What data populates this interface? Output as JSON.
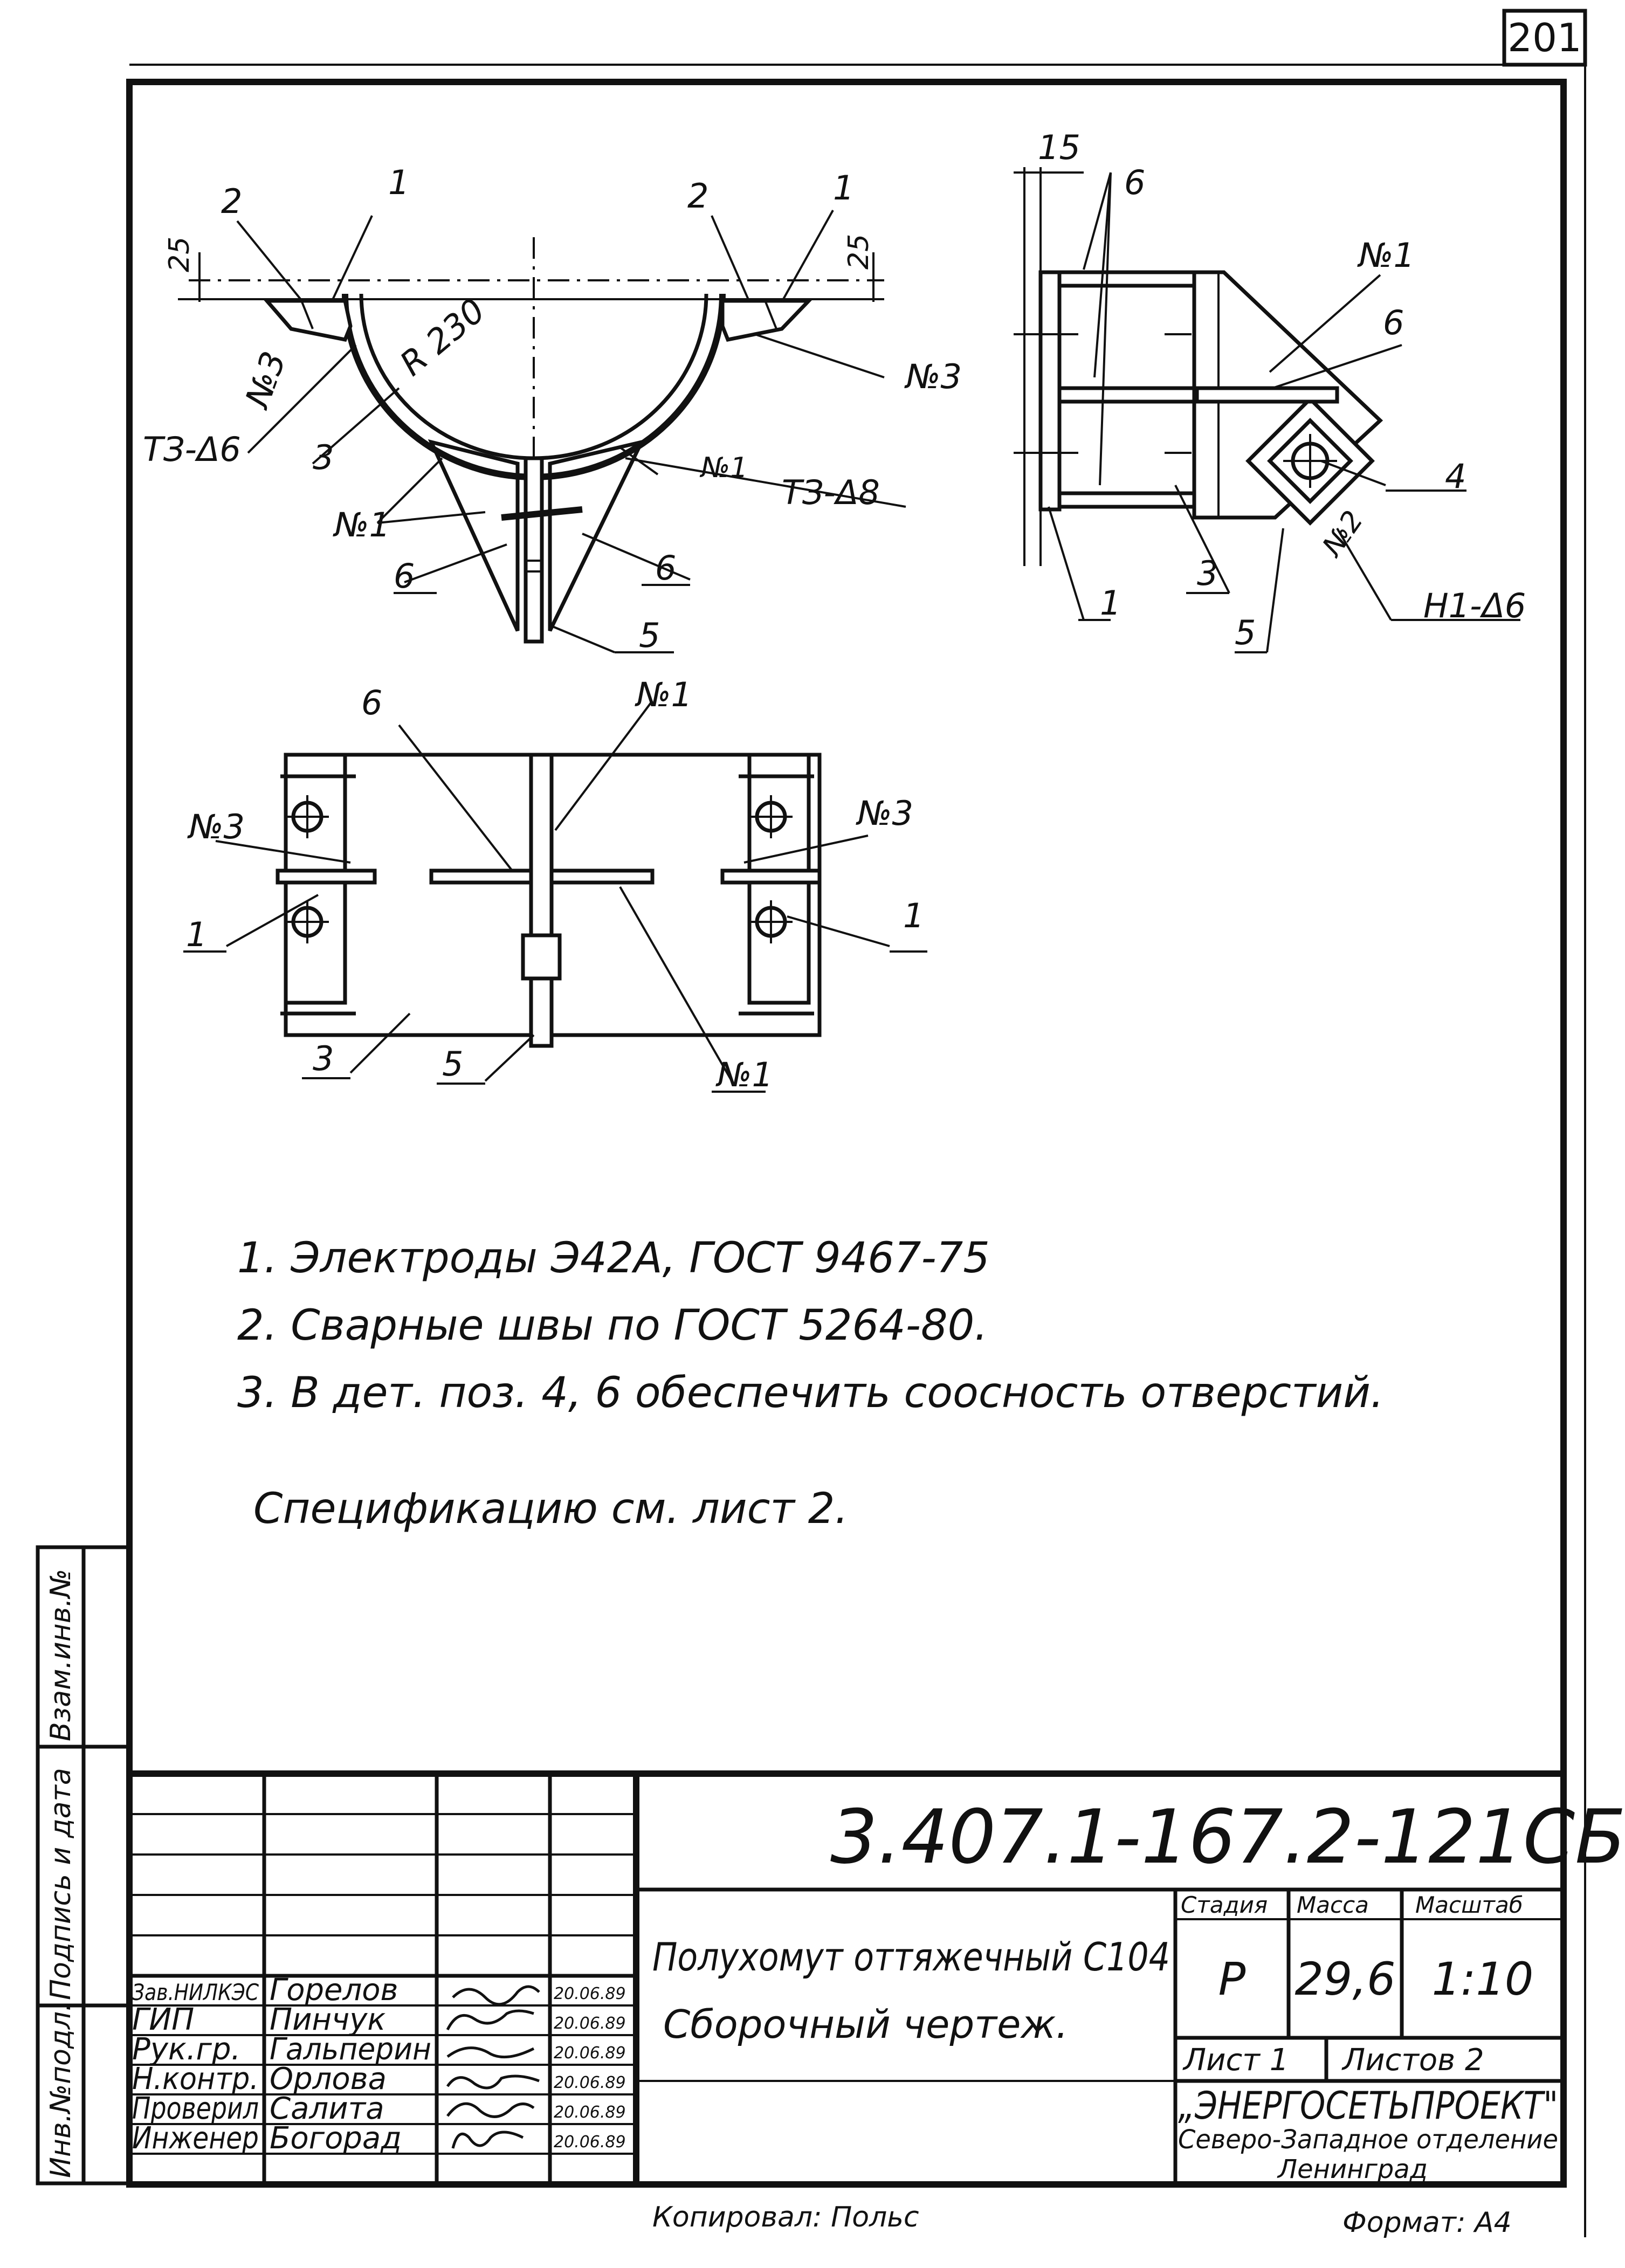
{
  "sheet": {
    "page_number": "201",
    "designation": "3.407.1-167.2-121СБ",
    "title_line1": "Полухомут оттяжечный С104",
    "title_line2": "Сборочный чертеж.",
    "stage_label": "Стадия",
    "mass_label": "Масса",
    "scale_label": "Масштаб",
    "stage": "Р",
    "mass": "29,6",
    "scale": "1:10",
    "sheet_label": "Лист 1",
    "sheets_label": "Листов 2",
    "org_name": "„ЭНЕРГОСЕТЬПРОЕКТ\"",
    "org_branch": "Северо-Западное отделение",
    "org_city": "Ленинград",
    "copied_by": "Копировал: Польс",
    "format": "Формат: А4"
  },
  "side_stamp": {
    "col1": "Инв.№подл.",
    "col2": "Подпись и дата",
    "col3": "Взам.инв.№"
  },
  "signatures": [
    {
      "role": "Зав.НИЛКЭС",
      "name": "Горелов",
      "date": "20.06.89"
    },
    {
      "role": "ГИП",
      "name": "Пинчук",
      "date": "20.06.89"
    },
    {
      "role": "Рук.гр.",
      "name": "Гальперин",
      "date": "20.06.89"
    },
    {
      "role": "Н.контр.",
      "name": "Орлова",
      "date": "20.06.89"
    },
    {
      "role": "Проверил",
      "name": "Салита",
      "date": "20.06.89"
    },
    {
      "role": "Инженер",
      "name": "Богорад",
      "date": "20.06.89"
    }
  ],
  "notes": [
    "1. Электроды Э42А, ГОСТ 9467-75",
    "2. Сварные швы по ГОСТ 5264-80.",
    "3. В дет. поз. 4, 6 обеспечить соосность отверстий."
  ],
  "spec_ref": "Спецификацию см. лист 2.",
  "labels": {
    "front": {
      "pos2_left": "2",
      "pos1_left": "1",
      "dim25_left": "25",
      "weld3_left": "№3",
      "weld_t3_left": "ТЗ-Δ6",
      "radius": "R 230",
      "pos3": "3",
      "weld1_left": "№1",
      "pos6_left": "6",
      "pos2_right": "2",
      "pos1_right": "1",
      "dim25_right": "25",
      "weld3_right": "№3",
      "weld1_right": "№1",
      "weld_t3_right": "ТЗ-Δ8",
      "pos6_right": "6",
      "pos5": "5"
    },
    "side": {
      "dim15": "15",
      "pos6_top": "6",
      "weld1": "№1",
      "pos6_mid": "6",
      "pos4": "4",
      "weld2": "№2",
      "weld_h1": "Н1-Δ6",
      "pos1": "1",
      "pos3": "3",
      "pos5": "5"
    },
    "plan": {
      "pos6": "6",
      "weld1_top": "№1",
      "weld3_left": "№3",
      "weld3_right": "№3",
      "pos1_left": "1",
      "pos1_right": "1",
      "pos3": "3",
      "pos5": "5",
      "weld1_bottom": "№1"
    }
  }
}
